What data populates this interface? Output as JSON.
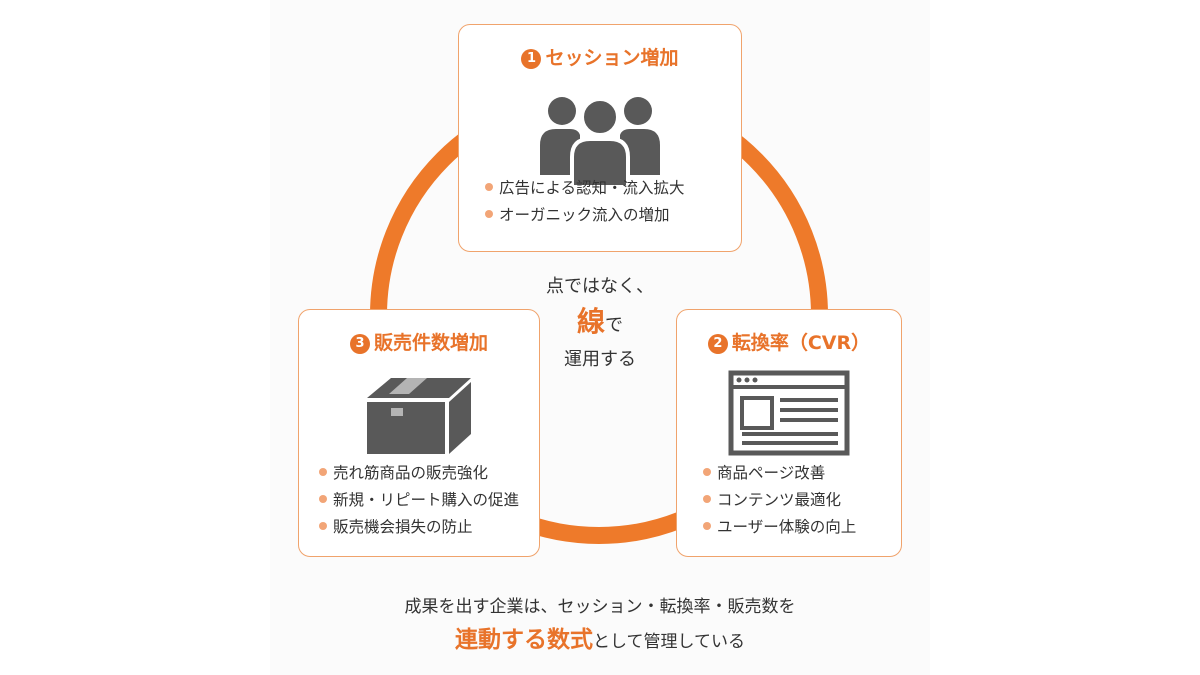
{
  "colors": {
    "accent": "#e8732a",
    "ring": "#ee7a2a",
    "card_border": "#f0a36c",
    "bullet_dot": "#f2a577",
    "icon_gray": "#595959",
    "text": "#333333"
  },
  "cards": {
    "session": {
      "number": "1",
      "title": "セッション増加",
      "icon": "people-group-icon",
      "bullets": [
        "広告による認知・流入拡大",
        "オーガニック流入の増加"
      ]
    },
    "cvr": {
      "number": "2",
      "title": "転換率（CVR）",
      "icon": "browser-window-icon",
      "bullets": [
        "商品ページ改善",
        "コンテンツ最適化",
        "ユーザー体験の向上"
      ]
    },
    "sales": {
      "number": "3",
      "title": "販売件数増加",
      "icon": "cardboard-box-icon",
      "bullets": [
        "売れ筋商品の販売強化",
        "新規・リピート購入の促進",
        "販売機会損失の防止"
      ]
    }
  },
  "center": {
    "line1": "点ではなく、",
    "emphasis": "線",
    "emphasis_suffix": "で",
    "line3": "運用する"
  },
  "footer": {
    "line1": "成果を出す企業は、セッション・転換率・販売数を",
    "highlight": "連動する数式",
    "rest": "として管理している"
  }
}
